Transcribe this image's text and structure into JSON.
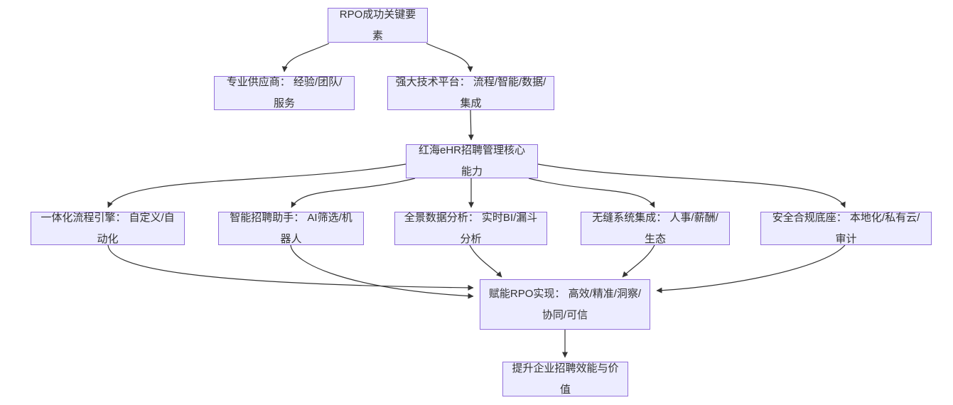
{
  "diagram": {
    "type": "flowchart-top-down",
    "colors": {
      "background": "#ffffff",
      "node_fill": "#ECECFF",
      "node_border": "#9370DB",
      "edge_color": "#333333",
      "text_color": "#333333"
    },
    "nodes": {
      "root": {
        "label": "RPO成功关键要素"
      },
      "vendor": {
        "label": "专业供应商： 经验/团队/服务"
      },
      "platform": {
        "label": "强大技术平台： 流程/智能/数据/集成"
      },
      "core": {
        "label": "红海eHR招聘管理核心能力"
      },
      "engine": {
        "label": "一体化流程引擎： 自定义/自动化"
      },
      "assistant": {
        "label": "智能招聘助手： AI筛选/机器人"
      },
      "analytics": {
        "label": "全景数据分析： 实时BI/漏斗分析"
      },
      "integration": {
        "label": "无缝系统集成： 人事/薪酬/生态"
      },
      "security": {
        "label": "安全合规底座： 本地化/私有云/审计"
      },
      "rpo": {
        "label": "赋能RPO实现： 高效/精准/洞察/协同/可信"
      },
      "value": {
        "label": "提升企业招聘效能与价值"
      }
    },
    "edges": [
      {
        "from": "root",
        "to": "vendor"
      },
      {
        "from": "root",
        "to": "platform"
      },
      {
        "from": "platform",
        "to": "core"
      },
      {
        "from": "core",
        "to": "engine"
      },
      {
        "from": "core",
        "to": "assistant"
      },
      {
        "from": "core",
        "to": "analytics"
      },
      {
        "from": "core",
        "to": "integration"
      },
      {
        "from": "core",
        "to": "security"
      },
      {
        "from": "engine",
        "to": "rpo"
      },
      {
        "from": "assistant",
        "to": "rpo"
      },
      {
        "from": "analytics",
        "to": "rpo"
      },
      {
        "from": "integration",
        "to": "rpo"
      },
      {
        "from": "security",
        "to": "rpo"
      },
      {
        "from": "rpo",
        "to": "value"
      }
    ]
  }
}
